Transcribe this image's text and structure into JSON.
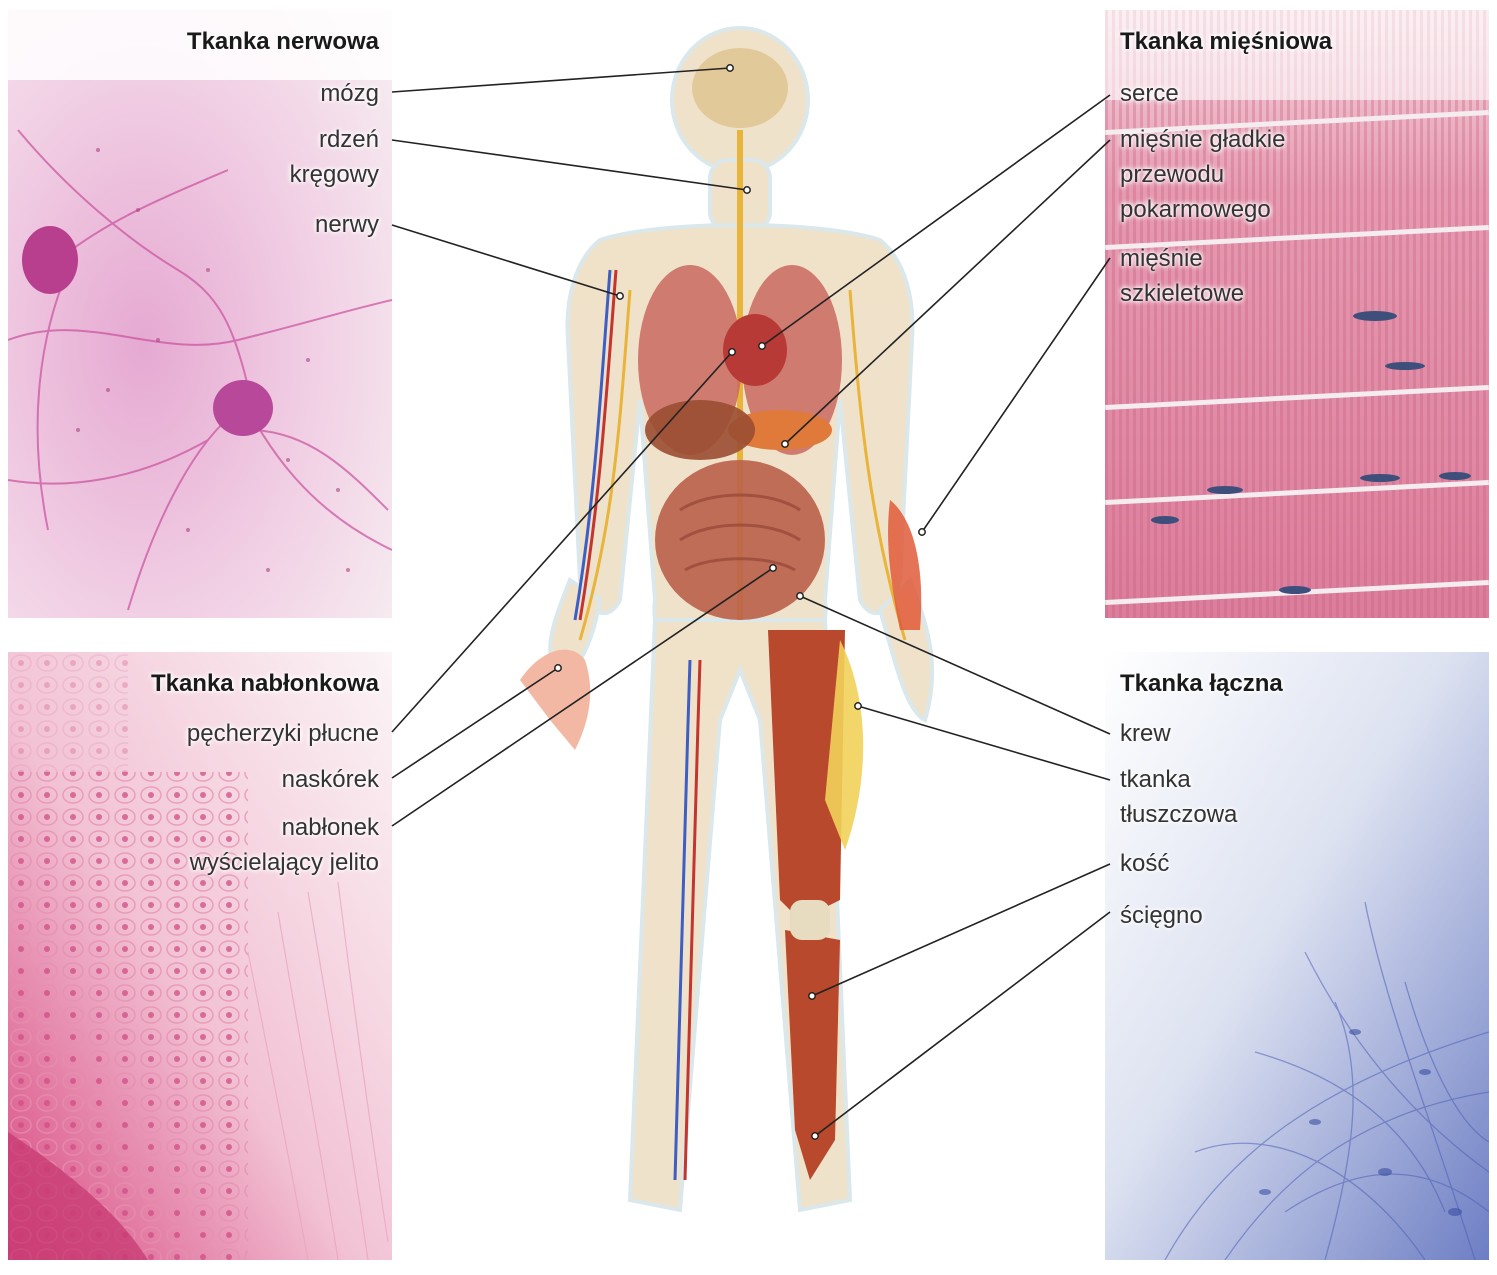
{
  "panels": {
    "nervous": {
      "title": "Tkanka nerwowa",
      "items": [
        "mózg",
        "rdzeń\nkręgowy",
        "nerwy"
      ]
    },
    "muscle": {
      "title": "Tkanka mięśniowa",
      "items": [
        "serce",
        "mięśnie gładkie\nprzewodu\npokarmowego",
        "mięśnie\nszkieletowe"
      ]
    },
    "epithelial": {
      "title": "Tkanka nabłonkowa",
      "items": [
        "pęcherzyki płucne",
        "naskórek",
        "nabłonek\nwyścielający jelito"
      ]
    },
    "connective": {
      "title": "Tkanka łączna",
      "items": [
        "krew",
        "tkanka\ntłuszczowa",
        "kość",
        "ścięgno"
      ]
    }
  },
  "colors": {
    "nervous_stain": "#c9509e",
    "muscle_stain": "#e08aa8",
    "epithelial_stain": "#d8477f",
    "connective_stain": "#4d5fb5",
    "leader_line": "#222222"
  }
}
